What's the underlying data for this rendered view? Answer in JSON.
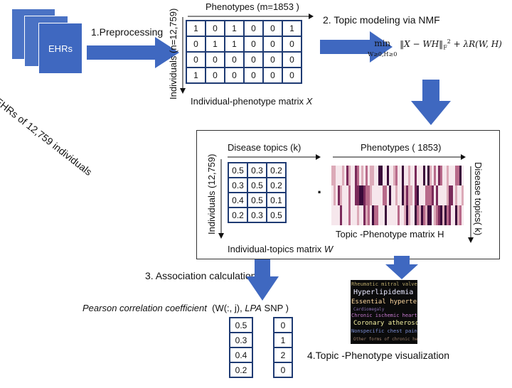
{
  "ehrs": {
    "doc_label": "EHRs",
    "rotated_label": "EHRs of 12,759 individuals"
  },
  "steps": {
    "preprocessing": "1.Preprocessing",
    "nmf": "2. Topic modeling via NMF",
    "association": "3. Association calculation",
    "visualization": "4.Topic -Phenotype visualization"
  },
  "matrix_x": {
    "top_label": "Phenotypes (m=1853 )",
    "side_label": "Individuals (n=12,759)",
    "caption_prefix": "Individual-phenotype matrix ",
    "caption_var": "X",
    "rows": [
      [
        "1",
        "0",
        "1",
        "0",
        "0",
        "1"
      ],
      [
        "0",
        "1",
        "1",
        "0",
        "0",
        "0"
      ],
      [
        "0",
        "0",
        "0",
        "0",
        "0",
        "0"
      ],
      [
        "1",
        "0",
        "0",
        "0",
        "0",
        "0"
      ]
    ]
  },
  "formula": {
    "min": "min",
    "sub": "W≥0,H≥0",
    "body": "‖X − WH‖",
    "sub2": "F",
    "sup2": "2",
    "tail": " + λR(W, H)"
  },
  "matrix_w": {
    "top_label": "Disease topics (k)",
    "side_label": "Individuals (12,759)",
    "caption_prefix": "Individual-topics matrix ",
    "caption_var": "W",
    "rows": [
      [
        "0.5",
        "0.3",
        "0.2"
      ],
      [
        "0.3",
        "0.5",
        "0.2"
      ],
      [
        "0.4",
        "0.5",
        "0.1"
      ],
      [
        "0.2",
        "0.3",
        "0.5"
      ]
    ]
  },
  "matrix_h": {
    "top_label": "Phenotypes ( 1853)",
    "side_label": "Disease topics( k)",
    "caption": "Topic -Phenotype matrix H",
    "dot": "·"
  },
  "correlation": {
    "label_italic": "Pearson correlation coefficient",
    "args_open": "(W(:, j), ",
    "args_var": "LPA",
    "args_close": " SNP )",
    "col_w": [
      "0.5",
      "0.3",
      "0.4",
      "0.2"
    ],
    "col_snp": [
      "0",
      "1",
      "2",
      "0"
    ]
  },
  "wordcloud": {
    "words": [
      {
        "text": "Rheumatic mitral valve disorders",
        "color": "#b9a86a",
        "size": 7
      },
      {
        "text": "Hyperlipidemia",
        "color": "#e8e8ff",
        "size": 10
      },
      {
        "text": "Essential hypertension",
        "color": "#ffd9a0",
        "size": 9
      },
      {
        "text": "Cardiomegaly",
        "color": "#8a6fb5",
        "size": 6
      },
      {
        "text": "Chronic ischemic heart disease",
        "color": "#c77ad0",
        "size": 7
      },
      {
        "text": "Coronary atherosclerosis",
        "color": "#f5f0a0",
        "size": 9
      },
      {
        "text": "Nonspecific chest pain",
        "color": "#7c8fd6",
        "size": 7
      },
      {
        "text": "Other forms of chronic heart disease",
        "color": "#9c7f6b",
        "size": 6
      }
    ]
  },
  "colors": {
    "arrow": "#3f68c0",
    "matrix_border": "#1f3b73",
    "heat_dark": "#3a0a3a",
    "heat_light": "#f3e2e8"
  }
}
